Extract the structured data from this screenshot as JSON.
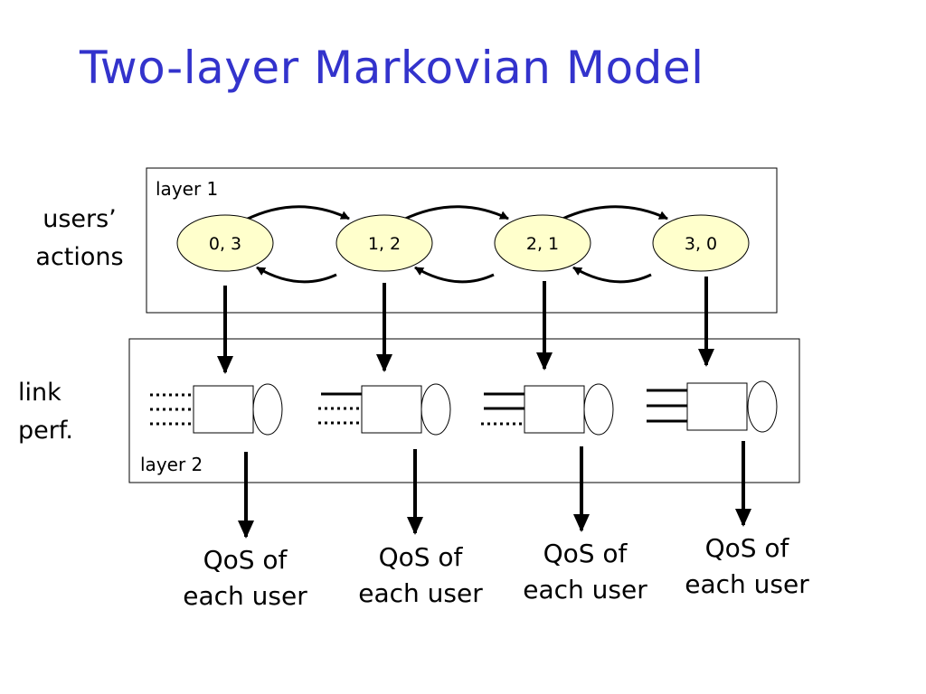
{
  "title": "Two-layer Markovian Model",
  "side_labels": {
    "users_actions": [
      "users’",
      "actions"
    ],
    "link_perf": [
      "link",
      "perf."
    ]
  },
  "layers": {
    "layer1": "layer 1",
    "layer2": "layer 2"
  },
  "states": [
    "0, 3",
    "1, 2",
    "2, 1",
    "3, 0"
  ],
  "outputs": [
    [
      "QoS of",
      "each user"
    ],
    [
      "QoS of",
      "each user"
    ],
    [
      "QoS of",
      "each user"
    ],
    [
      "QoS of",
      "each user"
    ]
  ],
  "colors": {
    "title": "#3333cc",
    "state_fill": "#ffffcc",
    "stroke": "#000000"
  }
}
